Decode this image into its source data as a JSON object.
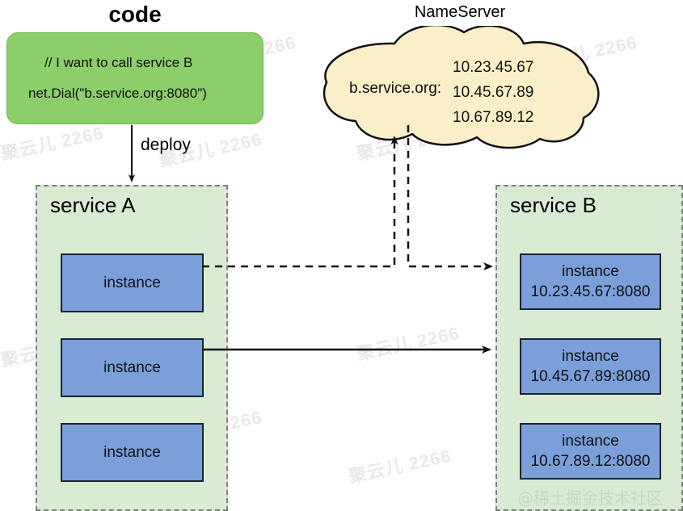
{
  "diagram": {
    "code_section": {
      "title": "code",
      "lines": [
        "// I want to call service B",
        "net.Dial(\"b.service.org:8080\")"
      ],
      "box_color": "#8BCE6A"
    },
    "deploy_arrow": {
      "label": "deploy"
    },
    "nameserver": {
      "title": "NameServer",
      "key": "b.service.org:",
      "values": [
        "10.23.45.67",
        "10.45.67.89",
        "10.67.89.12"
      ],
      "cloud_color": "#FAEFC8"
    },
    "service_a": {
      "title": "service A",
      "container_color": "#D9EBD3",
      "instances": [
        {
          "label": "instance",
          "address": ""
        },
        {
          "label": "instance",
          "address": ""
        },
        {
          "label": "instance",
          "address": ""
        }
      ]
    },
    "service_b": {
      "title": "service B",
      "container_color": "#D9EBD3",
      "instances": [
        {
          "label": "instance",
          "address": "10.23.45.67:8080"
        },
        {
          "label": "instance",
          "address": "10.45.67.89:8080"
        },
        {
          "label": "instance",
          "address": "10.67.89.12:8080"
        }
      ]
    },
    "instance_color": "#7B9FD9",
    "watermarks": {
      "tile": "聚云儿 2266",
      "brand": "@稀土掘金技术社区"
    }
  }
}
